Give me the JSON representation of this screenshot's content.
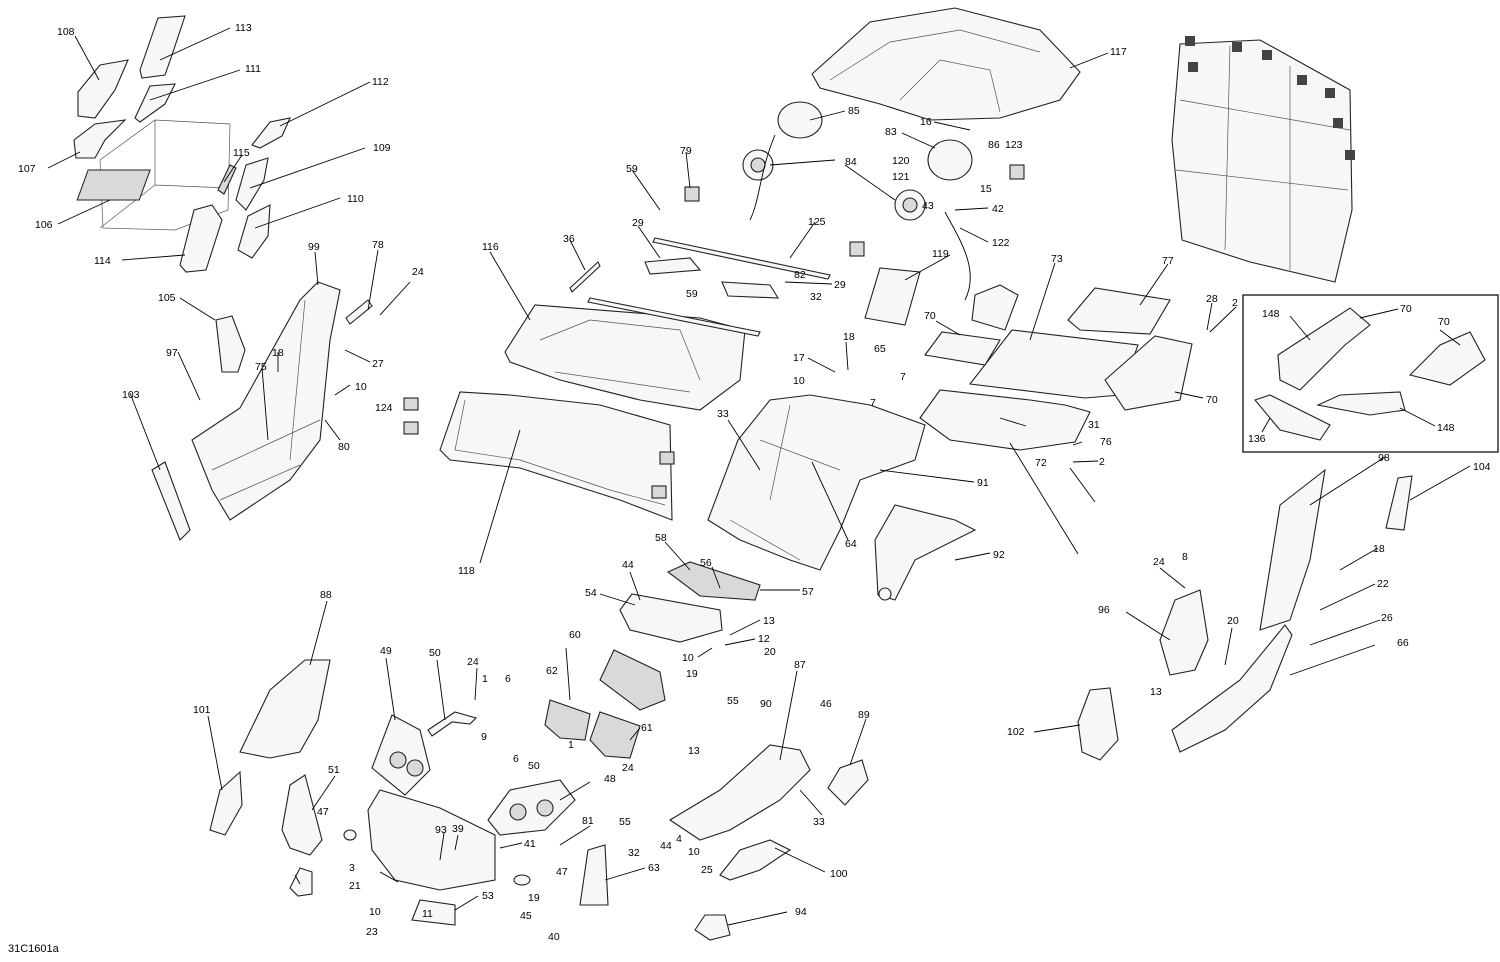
{
  "figure_code": "31C1601a",
  "inset_callouts": [
    "148",
    "70",
    "70",
    "136",
    "148"
  ],
  "callouts": [
    "108",
    "113",
    "111",
    "107",
    "106",
    "112",
    "115",
    "109",
    "110",
    "114",
    "99",
    "78",
    "24",
    "105",
    "97",
    "18",
    "75",
    "27",
    "10",
    "80",
    "103",
    "117",
    "85",
    "16",
    "83",
    "86",
    "123",
    "120",
    "121",
    "15",
    "84",
    "79",
    "59",
    "42",
    "43",
    "122",
    "125",
    "29",
    "82",
    "36",
    "116",
    "29",
    "59",
    "32",
    "119",
    "18",
    "17",
    "65",
    "10",
    "7",
    "7",
    "124",
    "118",
    "33",
    "91",
    "64",
    "73",
    "77",
    "70",
    "28",
    "2",
    "70",
    "31",
    "76",
    "2",
    "72",
    "92",
    "58",
    "56",
    "57",
    "44",
    "54",
    "13",
    "12",
    "10",
    "20",
    "19",
    "98",
    "104",
    "18",
    "24",
    "8",
    "96",
    "22",
    "20",
    "26",
    "66",
    "13",
    "102",
    "88",
    "49",
    "50",
    "24",
    "1",
    "6",
    "9",
    "60",
    "62",
    "61",
    "24",
    "50",
    "6",
    "1",
    "55",
    "90",
    "46",
    "87",
    "89",
    "101",
    "51",
    "47",
    "93",
    "39",
    "48",
    "41",
    "81",
    "13",
    "55",
    "32",
    "44",
    "4",
    "10",
    "25",
    "33",
    "100",
    "3",
    "21",
    "10",
    "11",
    "23",
    "53",
    "47",
    "19",
    "45",
    "40",
    "63",
    "94"
  ]
}
